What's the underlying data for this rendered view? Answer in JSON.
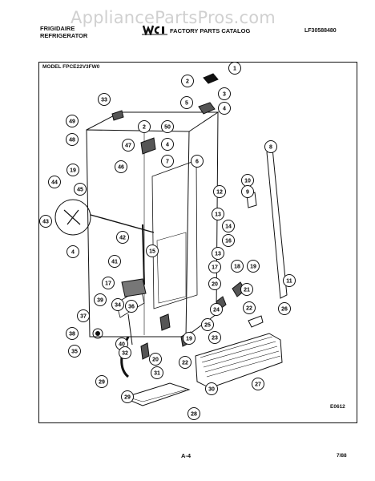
{
  "watermark": "AppliancePartsPros.com",
  "header": {
    "brand_line1": "FRIGIDAIRE",
    "brand_line2": "REFRIGERATOR",
    "logo": "wci-logo",
    "catalog_title": "FACTORY PARTS CATALOG",
    "catalog_number": "LF30588480"
  },
  "model_label": "MODEL FPCE22V3FW0",
  "diagram": {
    "callouts": [
      {
        "num": "1"
      },
      {
        "num": "2"
      },
      {
        "num": "3"
      },
      {
        "num": "5"
      },
      {
        "num": "4"
      },
      {
        "num": "33"
      },
      {
        "num": "49"
      },
      {
        "num": "48"
      },
      {
        "num": "2"
      },
      {
        "num": "50"
      },
      {
        "num": "47"
      },
      {
        "num": "4"
      },
      {
        "num": "46"
      },
      {
        "num": "7"
      },
      {
        "num": "6"
      },
      {
        "num": "8"
      },
      {
        "num": "10"
      },
      {
        "num": "9"
      },
      {
        "num": "12"
      },
      {
        "num": "19"
      },
      {
        "num": "44"
      },
      {
        "num": "45"
      },
      {
        "num": "43"
      },
      {
        "num": "4"
      },
      {
        "num": "13"
      },
      {
        "num": "14"
      },
      {
        "num": "42"
      },
      {
        "num": "16"
      },
      {
        "num": "15"
      },
      {
        "num": "13"
      },
      {
        "num": "17"
      },
      {
        "num": "18"
      },
      {
        "num": "19"
      },
      {
        "num": "41"
      },
      {
        "num": "20"
      },
      {
        "num": "11"
      },
      {
        "num": "17"
      },
      {
        "num": "21"
      },
      {
        "num": "39"
      },
      {
        "num": "34"
      },
      {
        "num": "36"
      },
      {
        "num": "24"
      },
      {
        "num": "22"
      },
      {
        "num": "26"
      },
      {
        "num": "37"
      },
      {
        "num": "25"
      },
      {
        "num": "23"
      },
      {
        "num": "38"
      },
      {
        "num": "35"
      },
      {
        "num": "40"
      },
      {
        "num": "19"
      },
      {
        "num": "32"
      },
      {
        "num": "20"
      },
      {
        "num": "31"
      },
      {
        "num": "22"
      },
      {
        "num": "29"
      },
      {
        "num": "30"
      },
      {
        "num": "29"
      },
      {
        "num": "27"
      },
      {
        "num": "28"
      }
    ]
  },
  "diagram_ref": "E0612",
  "page_number": "A-4",
  "date": "7/88"
}
